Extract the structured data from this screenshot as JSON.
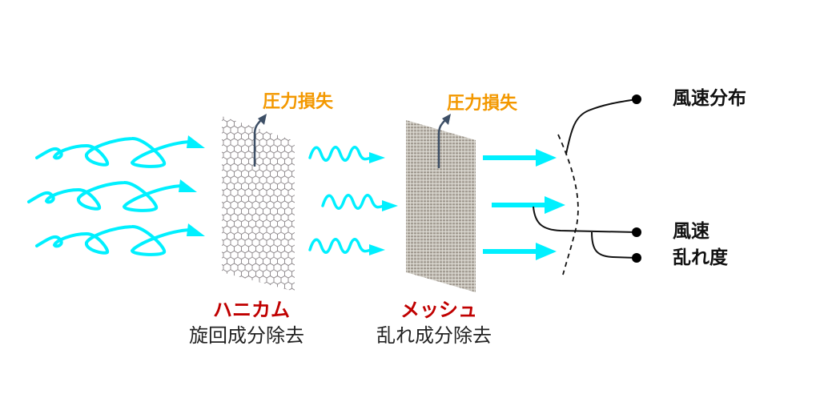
{
  "honeycomb": {
    "pressure_loss": "圧力損失",
    "name": "ハニカム",
    "effect": "旋回成分除去"
  },
  "mesh": {
    "pressure_loss": "圧力損失",
    "name": "メッシュ",
    "effect": "乱れ成分除去"
  },
  "outputs": {
    "velocity_distribution": "風速分布",
    "velocity": "風速",
    "turbulence": "乱れ度"
  },
  "colors": {
    "flow": "#00f0ff",
    "pressure": "#f39800",
    "device": "#c00000",
    "arrow": "#3d4f66"
  }
}
